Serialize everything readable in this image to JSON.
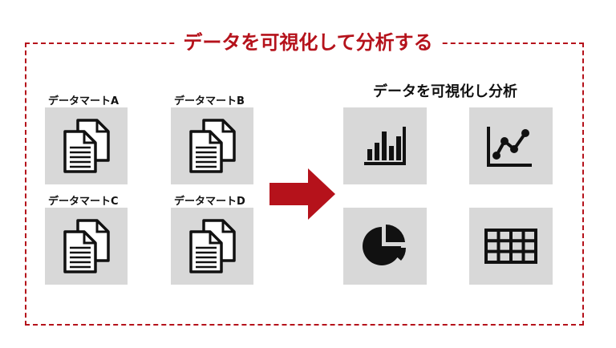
{
  "title": "データを可視化して分析する",
  "sources": [
    {
      "label": "データマートA",
      "icon": "documents-icon"
    },
    {
      "label": "データマートB",
      "icon": "documents-icon"
    },
    {
      "label": "データマートC",
      "icon": "documents-icon"
    },
    {
      "label": "データマートD",
      "icon": "documents-icon"
    }
  ],
  "right_title": "データを可視化し分析",
  "outputs": [
    {
      "icon": "bar-chart-icon"
    },
    {
      "icon": "line-chart-icon"
    },
    {
      "icon": "pie-chart-icon"
    },
    {
      "icon": "table-icon"
    }
  ],
  "colors": {
    "accent": "#b5121b",
    "tile": "#d8d8d8",
    "icon": "#111111"
  }
}
